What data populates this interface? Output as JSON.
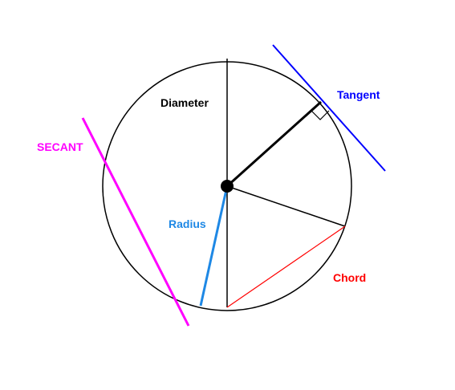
{
  "labels": {
    "diameter": "Diameter",
    "tangent": "Tangent",
    "secant": "SECANT",
    "radius": "Radius",
    "chord": "Chord"
  },
  "colors": {
    "background": "#ffffff",
    "circle": "#000000",
    "diameter": "#000000",
    "tangent": "#0000ff",
    "secant": "#ff00ff",
    "radius": "#1e88e5",
    "chord": "#ff0000"
  }
}
